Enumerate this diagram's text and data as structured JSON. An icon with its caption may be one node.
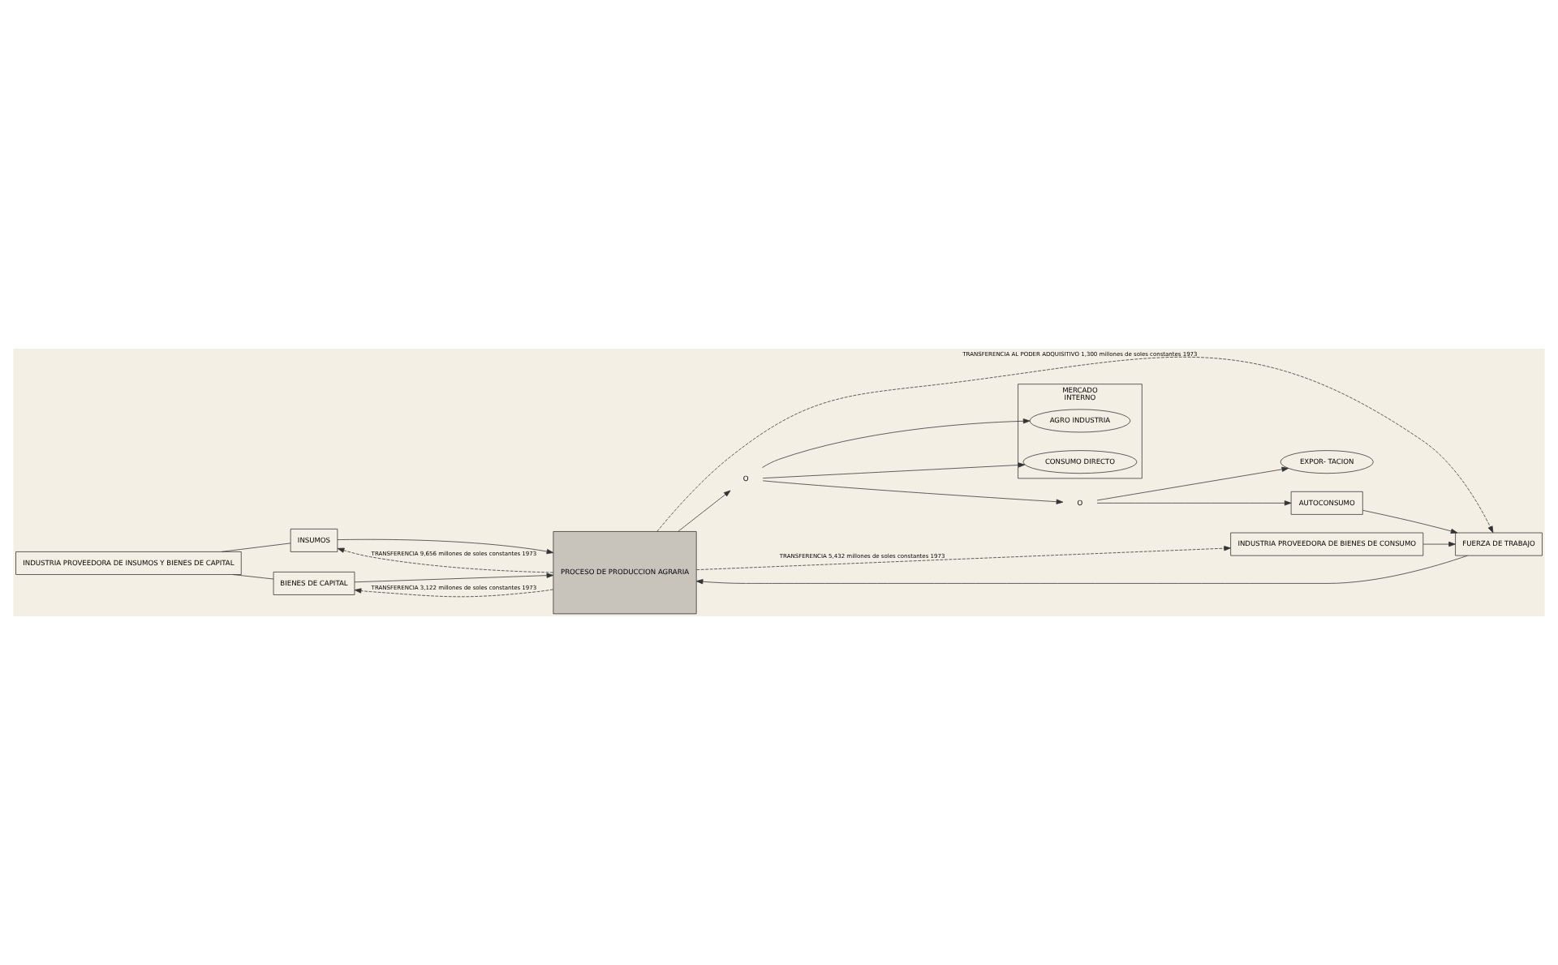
{
  "diagram": {
    "nodes": [
      {
        "text": [
          "INDUSTRIA PROVEEDORA DE INSUMOS Y BIENES DE CAPITAL"
        ]
      },
      {
        "text": [
          "INSUMOS"
        ]
      },
      {
        "text": [
          "BIENES DE CAPITAL"
        ]
      },
      {
        "text": [
          "PROCESO DE PRODUCCION AGRARIA"
        ]
      },
      {
        "text": [
          "FUERZA DE TRABAJO"
        ]
      },
      {
        "text": [
          "MERCADO",
          "INTERNO"
        ]
      },
      {
        "text": [
          "AGRO INDUSTRIA"
        ],
        "in": 5
      },
      {
        "text": [
          "CONSUMO DIRECTO"
        ],
        "in": 5
      },
      {
        "text": [
          "O"
        ]
      },
      {
        "text": [
          "O"
        ]
      },
      {
        "text": [
          "EXPOR- TACION"
        ]
      },
      {
        "text": [
          "AUTOCONSUMO"
        ]
      },
      {
        "text": [
          "INDUSTRIA PROVEEDORA DE BIENES DE CONSUMO"
        ]
      }
    ],
    "edges": [
      {
        "from": 0,
        "to": 1,
        "arrow": "none"
      },
      {
        "from": 0,
        "to": 2,
        "arrow": "none"
      },
      {
        "from": 1,
        "to": 3,
        "arrow": "to"
      },
      {
        "from": 2,
        "to": 3,
        "arrow": "to"
      },
      {
        "from": 4,
        "to": 3,
        "arrow": "to"
      },
      {
        "from": 3,
        "to": 8,
        "arrow": "to"
      },
      {
        "from": 8,
        "to": 6,
        "arrow": "to"
      },
      {
        "from": 8,
        "to": 7,
        "arrow": "to"
      },
      {
        "from": 8,
        "to": 9,
        "arrow": "to"
      },
      {
        "from": 9,
        "to": 10,
        "arrow": "to"
      },
      {
        "from": 9,
        "to": 11,
        "arrow": "to"
      },
      {
        "from": 11,
        "to": 4,
        "arrow": "to"
      },
      {
        "from": 12,
        "to": 4,
        "arrow": "to"
      },
      {
        "from": 3,
        "to": 1,
        "arrow": "to",
        "style": "dashed",
        "label": "TRANSFERENCIA 9,656 millones de soles constantes 1973"
      },
      {
        "from": 3,
        "to": 2,
        "arrow": "to",
        "style": "dashed",
        "label": "TRANSFERENCIA 3,122 millones de soles constantes 1973"
      },
      {
        "from": 3,
        "to": 4,
        "arrow": "to",
        "style": "dashed",
        "label": "TRANSFERENCIA AL PODER ADQUISITIVO 1,300 millones de soles constantes 1973"
      },
      {
        "from": 3,
        "to": 12,
        "arrow": "to",
        "style": "dashed",
        "label": "TRANSFERENCIA 5,432 millones de soles constantes 1973"
      }
    ]
  }
}
